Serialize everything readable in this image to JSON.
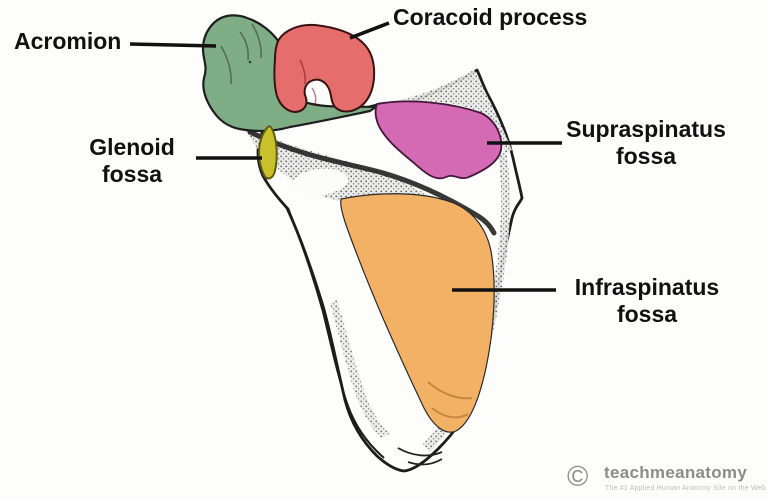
{
  "figure": {
    "labels": {
      "acromion": "Acromion",
      "coracoid": "Coracoid process",
      "supraspinatus_line1": "Supraspinatus",
      "supraspinatus_line2": "fossa",
      "glenoid_line1": "Glenoid",
      "glenoid_line2": "fossa",
      "infraspinatus_line1": "Infraspinatus",
      "infraspinatus_line2": "fossa"
    },
    "colors": {
      "acromion": "#7FAD85",
      "coracoid_process": "#E56E6C",
      "supraspinatus_fossa": "#D36AB3",
      "glenoid_fossa": "#C9C12C",
      "infraspinatus_fossa": "#F3B165",
      "leader_line": "#111111",
      "label_text": "#111111",
      "bone_outline": "#1c1c1c"
    }
  },
  "watermark": {
    "copyright_symbol": "©",
    "brand": "teachmeanatomy",
    "tagline": "The #1 Applied Human Anatomy Site on the Web",
    "brand_color": "#8C8C8C",
    "tagline_color": "#BDBDBD"
  }
}
